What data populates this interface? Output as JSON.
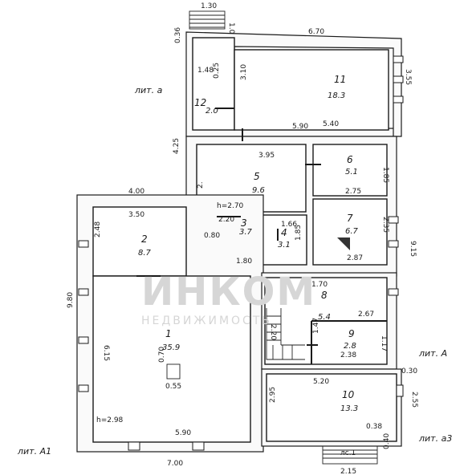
{
  "rooms": [
    {
      "number": "1",
      "area": "35.9"
    },
    {
      "number": "2",
      "area": "8.7"
    },
    {
      "number": "3",
      "area": "3.7"
    },
    {
      "number": "4",
      "area": "3.1"
    },
    {
      "number": "5",
      "area": "9.6"
    },
    {
      "number": "6",
      "area": "5.1"
    },
    {
      "number": "7",
      "area": "6.7"
    },
    {
      "number": "8",
      "area": "5.4"
    },
    {
      "number": "9",
      "area": "2.8"
    },
    {
      "number": "10",
      "area": "13.3"
    },
    {
      "number": "11",
      "area": "18.3"
    },
    {
      "number": "12",
      "area": "2.0"
    }
  ],
  "dimensions": {
    "top_stair_width": "1.30",
    "top_stair_len": "1.0",
    "d_0_36": "0.36",
    "top_wall": "6.70",
    "right_top": "3.55",
    "r11_left": "3.10",
    "r12_a": "1.48",
    "r12_b": "0.25",
    "left_425": "4.25",
    "r11_bottom_a": "5.90",
    "r11_bottom_b": "5.40",
    "r5_top": "3.95",
    "r6_right": "1.85",
    "r6_bottom": "2.75",
    "left_wing_top": "4.00",
    "r2_top": "3.50",
    "r2_side": "2.48",
    "h_ceiling": "h=2.70",
    "r3_top": "2.20",
    "r3_side": "0.80",
    "r3_bottom": "1.80",
    "r4_top": "1.66",
    "r4_side": "1.85",
    "r7_side": "2.35",
    "r7_bottom": "2.87",
    "right_915": "9.15",
    "left_980": "9.80",
    "r1_side": "6.15",
    "r8_top": "1.70",
    "r8_right": "2.67",
    "stair_220": "2.20",
    "r9_side": "1.47",
    "r9_side2": "1.17",
    "r9_bottom": "2.38",
    "d_030": "0.30",
    "r10_top": "5.20",
    "r10_right": "2.55",
    "r10_left": "2.95",
    "d_038": "0.38",
    "d_040": "0.40",
    "stove_a": "0.70",
    "stove_b": "0.55",
    "h_298": "h=2.98",
    "r1_bottom": "5.90",
    "bottom_total": "7.00",
    "stair_bottom": "2.15",
    "r5_side": "2."
  },
  "literas": {
    "a_top": "лит. а",
    "A1": "лит. А1",
    "A": "лит. А",
    "a3": "лит. а3",
    "stair": "лс.1"
  },
  "watermark": {
    "main": "ИНКОМ",
    "sub": "НЕДВИЖИМОСТЬ"
  }
}
